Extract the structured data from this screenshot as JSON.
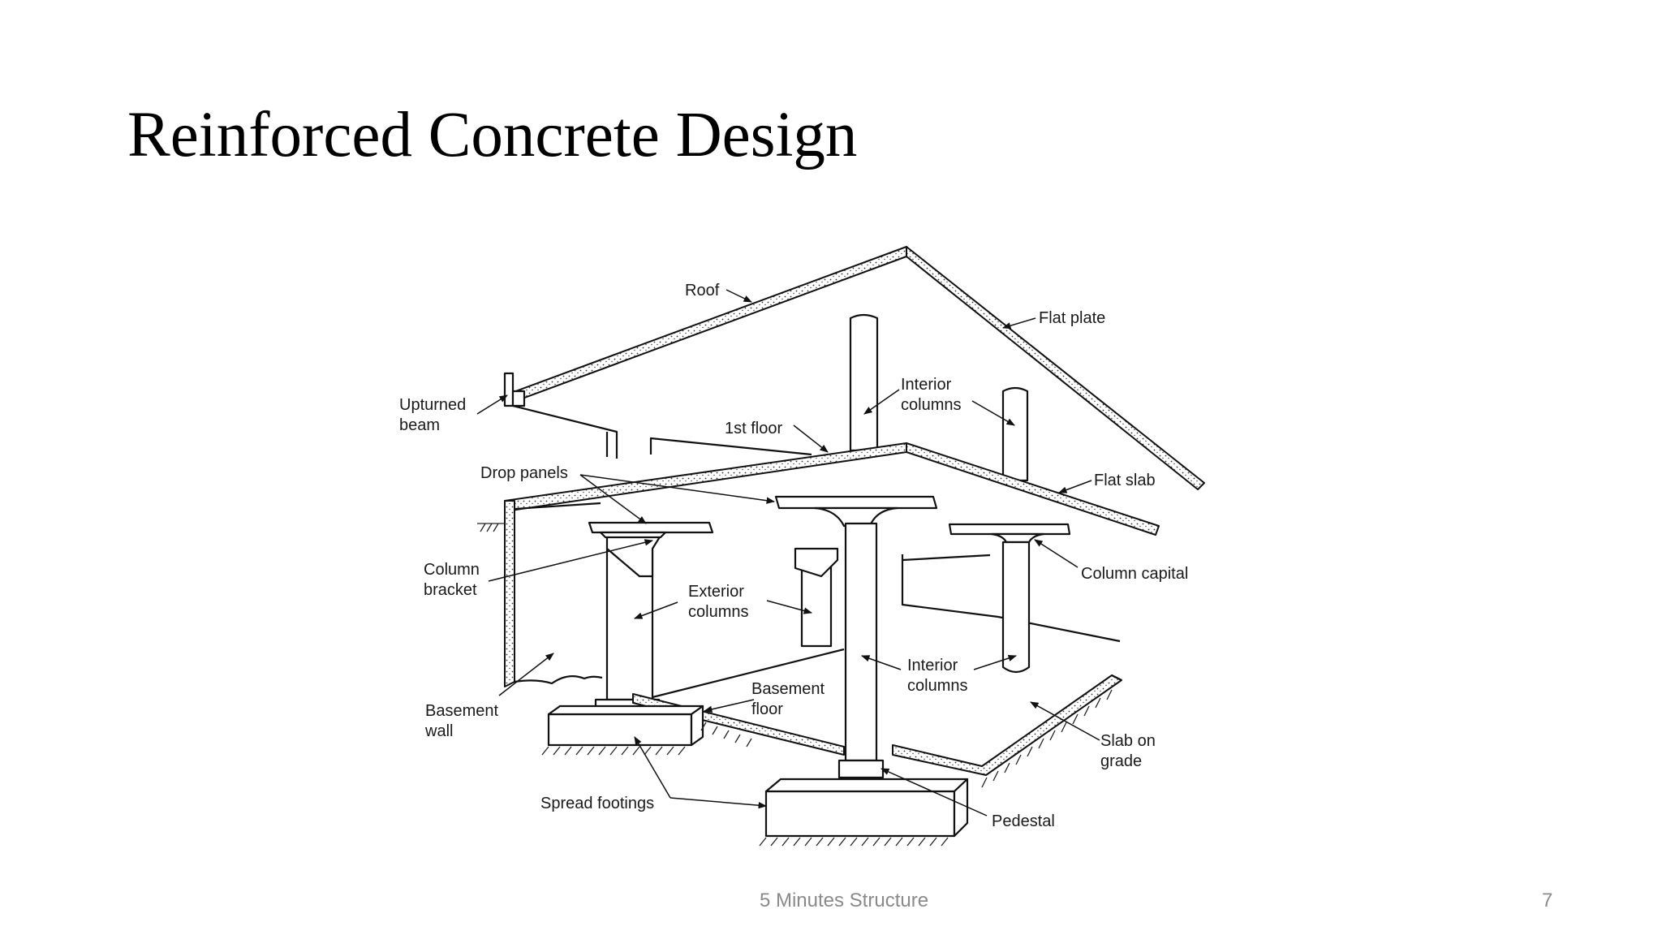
{
  "slide": {
    "title": "Reinforced Concrete Design",
    "footer_text": "5 Minutes Structure",
    "page_number": "7"
  },
  "diagram": {
    "labels": {
      "roof": "Roof",
      "flat_plate": "Flat plate",
      "upturned_beam_1": "Upturned",
      "upturned_beam_2": "beam",
      "interior_columns_upper_1": "Interior",
      "interior_columns_upper_2": "columns",
      "first_floor": "1st floor",
      "drop_panels": "Drop panels",
      "flat_slab": "Flat slab",
      "column_bracket_1": "Column",
      "column_bracket_2": "bracket",
      "exterior_columns_1": "Exterior",
      "exterior_columns_2": "columns",
      "column_capital": "Column capital",
      "interior_columns_lower_1": "Interior",
      "interior_columns_lower_2": "columns",
      "basement_floor_1": "Basement",
      "basement_floor_2": "floor",
      "basement_wall_1": "Basement",
      "basement_wall_2": "wall",
      "slab_on_grade_1": "Slab on",
      "slab_on_grade_2": "grade",
      "spread_footings": "Spread footings",
      "pedestal": "Pedestal"
    }
  }
}
